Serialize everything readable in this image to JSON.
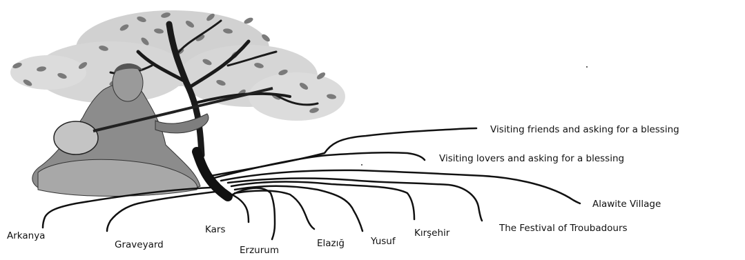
{
  "labels": {
    "friends": "Visiting friends and asking for a blessing",
    "lovers": "Visiting lovers and asking for a blessing",
    "alawite": "Alawite Village",
    "festival": "The Festival of Troubadours",
    "kirsehir": "Kırşehir",
    "yusuf": "Yusuf",
    "elazig": "Elazığ",
    "erzurum": "Erzurum",
    "kars": "Kars",
    "graveyard": "Graveyard",
    "arkanya": "Arkanya"
  },
  "colors": {
    "root": "#111111",
    "trunk": "#1a1a1a",
    "leaf_dark": "#7a7a7a",
    "leaf_light": "#b5b5b5",
    "figure_shade": "#8c8c8c"
  },
  "illustration": "troubadour playing saz under a tree"
}
